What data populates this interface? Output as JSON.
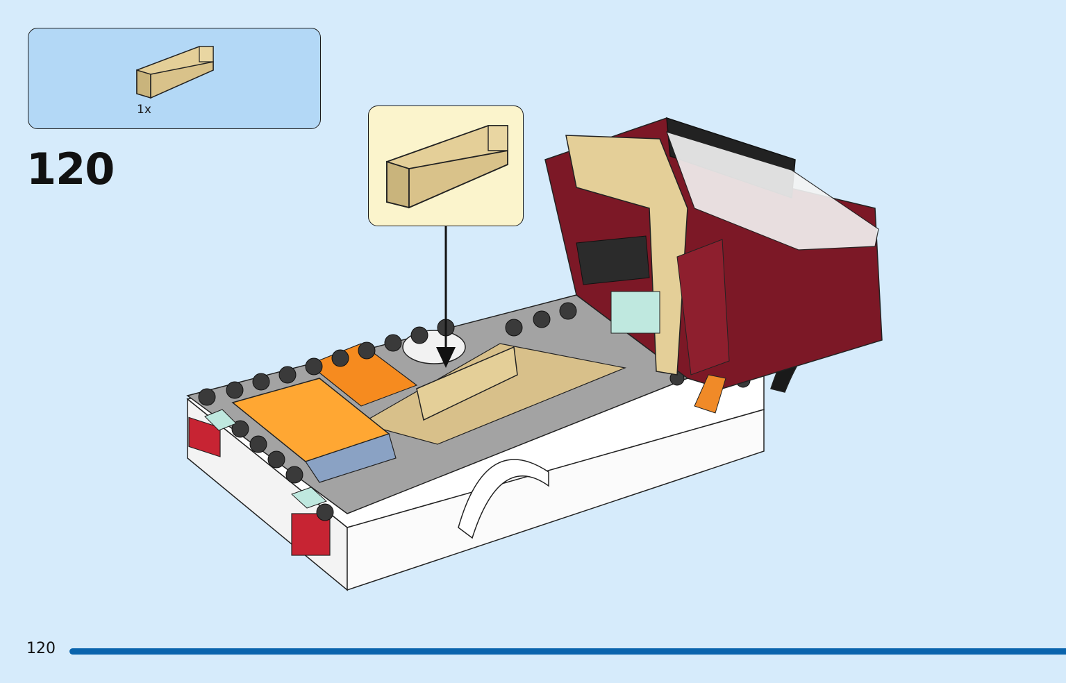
{
  "step": {
    "number": "120"
  },
  "parts_list": {
    "items": [
      {
        "part": "tan-bracket-brick-icon",
        "quantity": "1x"
      }
    ]
  },
  "callout": {
    "part": "tan-bracket-brick-icon"
  },
  "footer": {
    "page_number": "120"
  },
  "colors": {
    "background": "#d6ebfb",
    "parts_box": "#b3d8f6",
    "callout_box": "#fbf4cc",
    "tan": "#e4cf98",
    "dark_red": "#7c1826",
    "orange": "#ffa733",
    "footer_line": "#0a64ad"
  }
}
